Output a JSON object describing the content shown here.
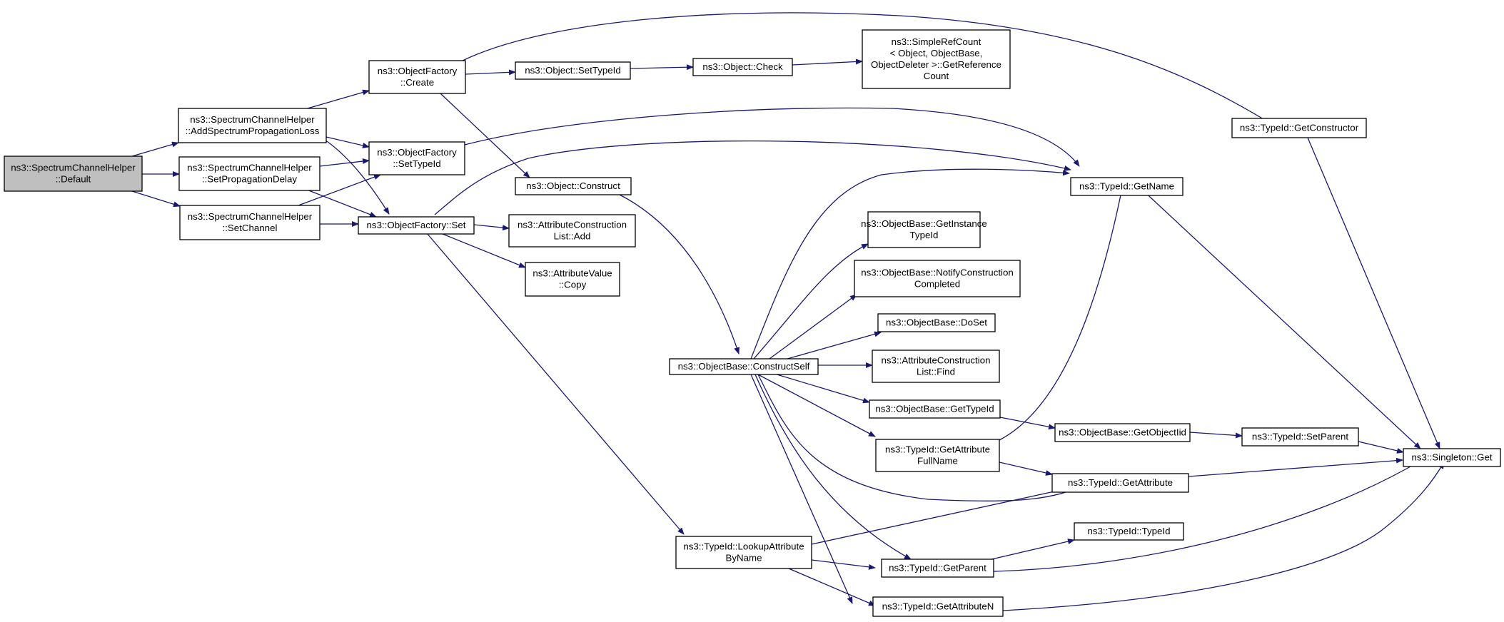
{
  "nodes": {
    "default": [
      "ns3::SpectrumChannelHelper",
      "::Default"
    ],
    "add_loss": [
      "ns3::SpectrumChannelHelper",
      "::AddSpectrumPropagationLoss"
    ],
    "set_delay": [
      "ns3::SpectrumChannelHelper",
      "::SetPropagationDelay"
    ],
    "set_channel": [
      "ns3::SpectrumChannelHelper",
      "::SetChannel"
    ],
    "factory_create": [
      "ns3::ObjectFactory",
      "::Create"
    ],
    "factory_settypeid": [
      "ns3::ObjectFactory",
      "::SetTypeId"
    ],
    "factory_set": [
      "ns3::ObjectFactory::Set"
    ],
    "object_settypeid": [
      "ns3::Object::SetTypeId"
    ],
    "object_check": [
      "ns3::Object::Check"
    ],
    "simplerefcount": [
      "ns3::SimpleRefCount",
      "< Object, ObjectBase,",
      "ObjectDeleter >::GetReference",
      "Count"
    ],
    "typeid_getconstructor": [
      "ns3::TypeId::GetConstructor"
    ],
    "object_construct": [
      "ns3::Object::Construct"
    ],
    "acl_add": [
      "ns3::AttributeConstruction",
      "List::Add"
    ],
    "attrvalue_copy": [
      "ns3::AttributeValue",
      "::Copy"
    ],
    "typeid_getname": [
      "ns3::TypeId::GetName"
    ],
    "ob_getinstancetypeid": [
      "ns3::ObjectBase::GetInstance",
      "TypeId"
    ],
    "ob_notify": [
      "ns3::ObjectBase::NotifyConstruction",
      "Completed"
    ],
    "ob_doset": [
      "ns3::ObjectBase::DoSet"
    ],
    "ob_constructself": [
      "ns3::ObjectBase::ConstructSelf"
    ],
    "acl_find": [
      "ns3::AttributeConstruction",
      "List::Find"
    ],
    "ob_gettypeid": [
      "ns3::ObjectBase::GetTypeId"
    ],
    "ob_getobjectiid": [
      "ns3::ObjectBase::GetObjectIid"
    ],
    "typeid_setparent": [
      "ns3::TypeId::SetParent"
    ],
    "singleton_get": [
      "ns3::Singleton::Get"
    ],
    "typeid_getattrfullname": [
      "ns3::TypeId::GetAttribute",
      "FullName"
    ],
    "typeid_getattribute": [
      "ns3::TypeId::GetAttribute"
    ],
    "typeid_lookup": [
      "ns3::TypeId::LookupAttribute",
      "ByName"
    ],
    "typeid_typeid": [
      "ns3::TypeId::TypeId"
    ],
    "typeid_getparent": [
      "ns3::TypeId::GetParent"
    ],
    "typeid_getattrn": [
      "ns3::TypeId::GetAttributeN"
    ]
  },
  "colors": {
    "edge": "#191970",
    "root_fill": "#bfbfbf",
    "node_fill": "#ffffff",
    "node_stroke": "#000000"
  }
}
